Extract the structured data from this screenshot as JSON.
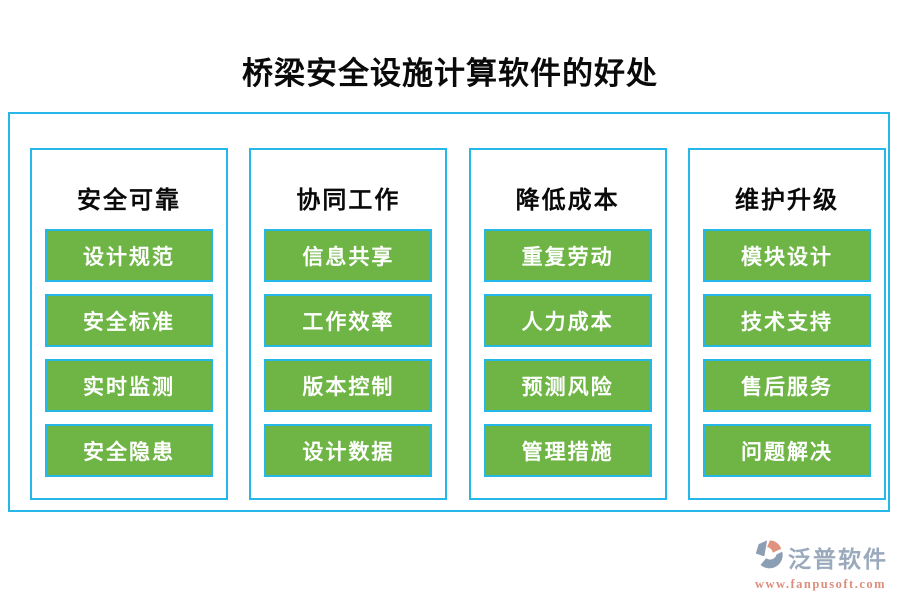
{
  "title": "桥梁安全设施计算软件的好处",
  "columns": [
    {
      "header": "安全可靠",
      "items": [
        "设计规范",
        "安全标准",
        "实时监测",
        "安全隐患"
      ]
    },
    {
      "header": "协同工作",
      "items": [
        "信息共享",
        "工作效率",
        "版本控制",
        "设计数据"
      ]
    },
    {
      "header": "降低成本",
      "items": [
        "重复劳动",
        "人力成本",
        "预测风险",
        "管理措施"
      ]
    },
    {
      "header": "维护升级",
      "items": [
        "模块设计",
        "技术支持",
        "售后服务",
        "问题解决"
      ]
    }
  ],
  "footer": {
    "brand": "泛普软件",
    "url": "www.fanpusoft.com",
    "logo_icon": "fanpu-swirl-icon"
  },
  "colors": {
    "accent_green": "#6FB546",
    "accent_cyan": "#25B7E8",
    "brand_gray": "#9AA9BC",
    "brand_salmon": "#DD8E7B"
  }
}
